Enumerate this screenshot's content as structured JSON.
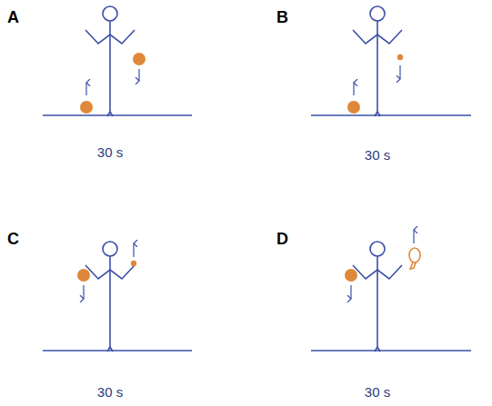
{
  "diagram": {
    "labels": [
      "A",
      "30 s",
      "B",
      "30 s",
      "C",
      "30 s",
      "D",
      "30 s"
    ]
  }
}
